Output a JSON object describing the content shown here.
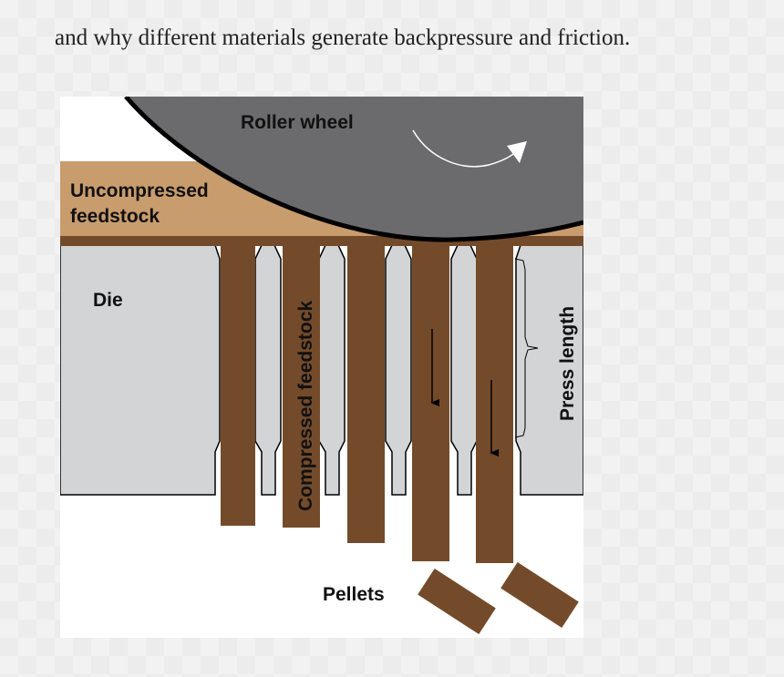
{
  "caption": "and why different materials generate backpressure and friction.",
  "diagram": {
    "roller_label": "Roller wheel",
    "uncompressed_label_line1": "Uncompressed",
    "uncompressed_label_line2": "feedstock",
    "die_label": "Die",
    "compressed_label": "Compressed feedstock",
    "press_length_label": "Press length",
    "pellets_label": "Pellets"
  },
  "colors": {
    "roller": "#6b6b6d",
    "uncompressed": "#c99c6e",
    "pellet": "#744b2a",
    "die": "#d3d4d6"
  }
}
